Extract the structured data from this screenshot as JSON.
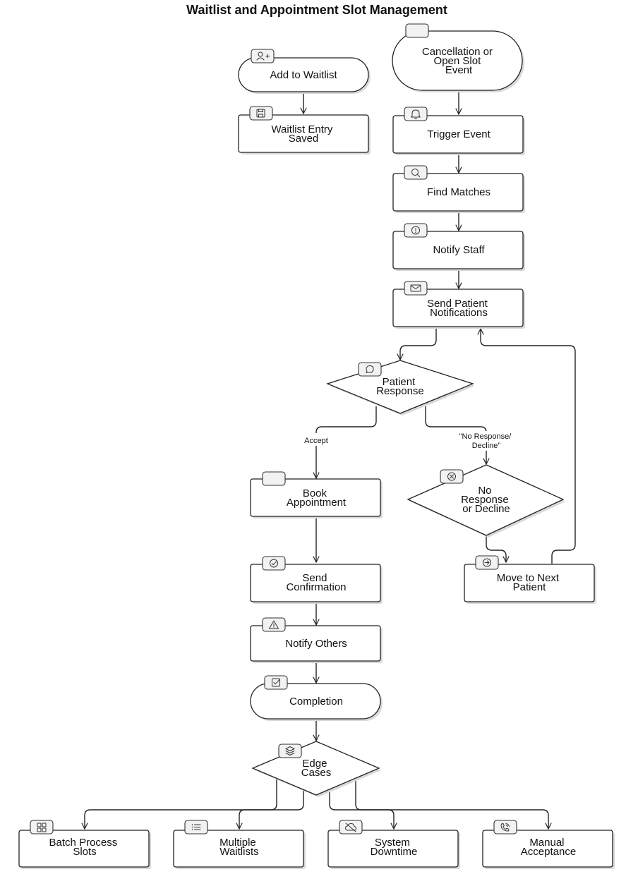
{
  "title": "Waitlist and Appointment Slot Management",
  "nodes": {
    "add_to_waitlist": {
      "lines": [
        "Add to Waitlist"
      ],
      "icon": "user-plus-icon"
    },
    "waitlist_entry_saved": {
      "lines": [
        "Waitlist Entry",
        "Saved"
      ],
      "icon": "save-icon"
    },
    "cancellation_event": {
      "lines": [
        "Cancellation or",
        "Open Slot",
        "Event"
      ],
      "icon": "blank-icon"
    },
    "trigger_event": {
      "lines": [
        "Trigger Event"
      ],
      "icon": "bell-icon"
    },
    "find_matches": {
      "lines": [
        "Find Matches"
      ],
      "icon": "search-icon"
    },
    "notify_staff": {
      "lines": [
        "Notify Staff"
      ],
      "icon": "alert-circle-icon"
    },
    "send_patient_notifications": {
      "lines": [
        "Send Patient",
        "Notifications"
      ],
      "icon": "mail-icon"
    },
    "patient_response": {
      "lines": [
        "Patient",
        "Response"
      ],
      "icon": "message-circle-icon"
    },
    "book_appointment": {
      "lines": [
        "Book",
        "Appointment"
      ],
      "icon": "blank-icon"
    },
    "no_response_decline": {
      "lines": [
        "No",
        "Response",
        "or Decline"
      ],
      "icon": "x-circle-icon"
    },
    "send_confirmation": {
      "lines": [
        "Send",
        "Confirmation"
      ],
      "icon": "check-circle-icon"
    },
    "move_to_next_patient": {
      "lines": [
        "Move to Next",
        "Patient"
      ],
      "icon": "arrow-right-circle-icon"
    },
    "notify_others": {
      "lines": [
        "Notify Others"
      ],
      "icon": "warning-triangle-icon"
    },
    "completion": {
      "lines": [
        "Completion"
      ],
      "icon": "check-square-icon"
    },
    "edge_cases": {
      "lines": [
        "Edge",
        "Cases"
      ],
      "icon": "layers-icon"
    },
    "batch_process_slots": {
      "lines": [
        "Batch Process",
        "Slots"
      ],
      "icon": "grid-icon"
    },
    "multiple_waitlists": {
      "lines": [
        "Multiple",
        "Waitlists"
      ],
      "icon": "list-icon"
    },
    "system_downtime": {
      "lines": [
        "System",
        "Downtime"
      ],
      "icon": "cloud-off-icon"
    },
    "manual_acceptance": {
      "lines": [
        "Manual",
        "Acceptance"
      ],
      "icon": "phone-icon"
    }
  },
  "edge_labels": {
    "accept": [
      "Accept"
    ],
    "no_response_decline": [
      "\"No Response/",
      "Decline\""
    ]
  }
}
